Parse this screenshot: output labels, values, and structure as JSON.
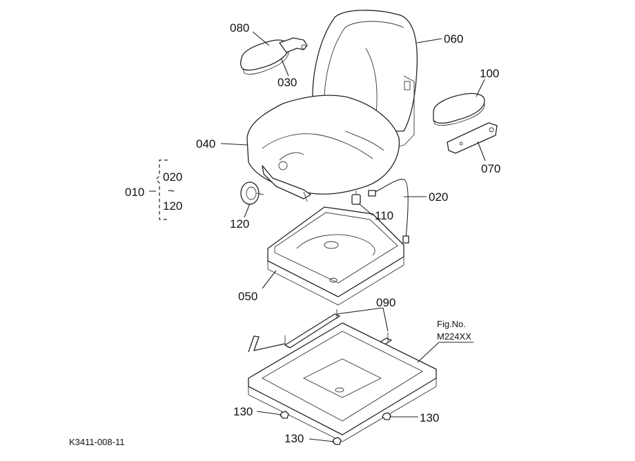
{
  "labels": {
    "p010": "010",
    "p020_range_start": "020",
    "p020_range_tilde": "~",
    "p020_range_end": "120",
    "p020": "020",
    "p030": "030",
    "p040": "040",
    "p050": "050",
    "p060": "060",
    "p070": "070",
    "p080": "080",
    "p090": "090",
    "p100": "100",
    "p110": "110",
    "p120": "120",
    "p130_left": "130",
    "p130_right": "130",
    "p130_bottom": "130"
  },
  "figure": {
    "fig_no_label": "Fig.No.",
    "fig_no_value": "M224XX"
  },
  "drawing_id": "K3411-008-11"
}
